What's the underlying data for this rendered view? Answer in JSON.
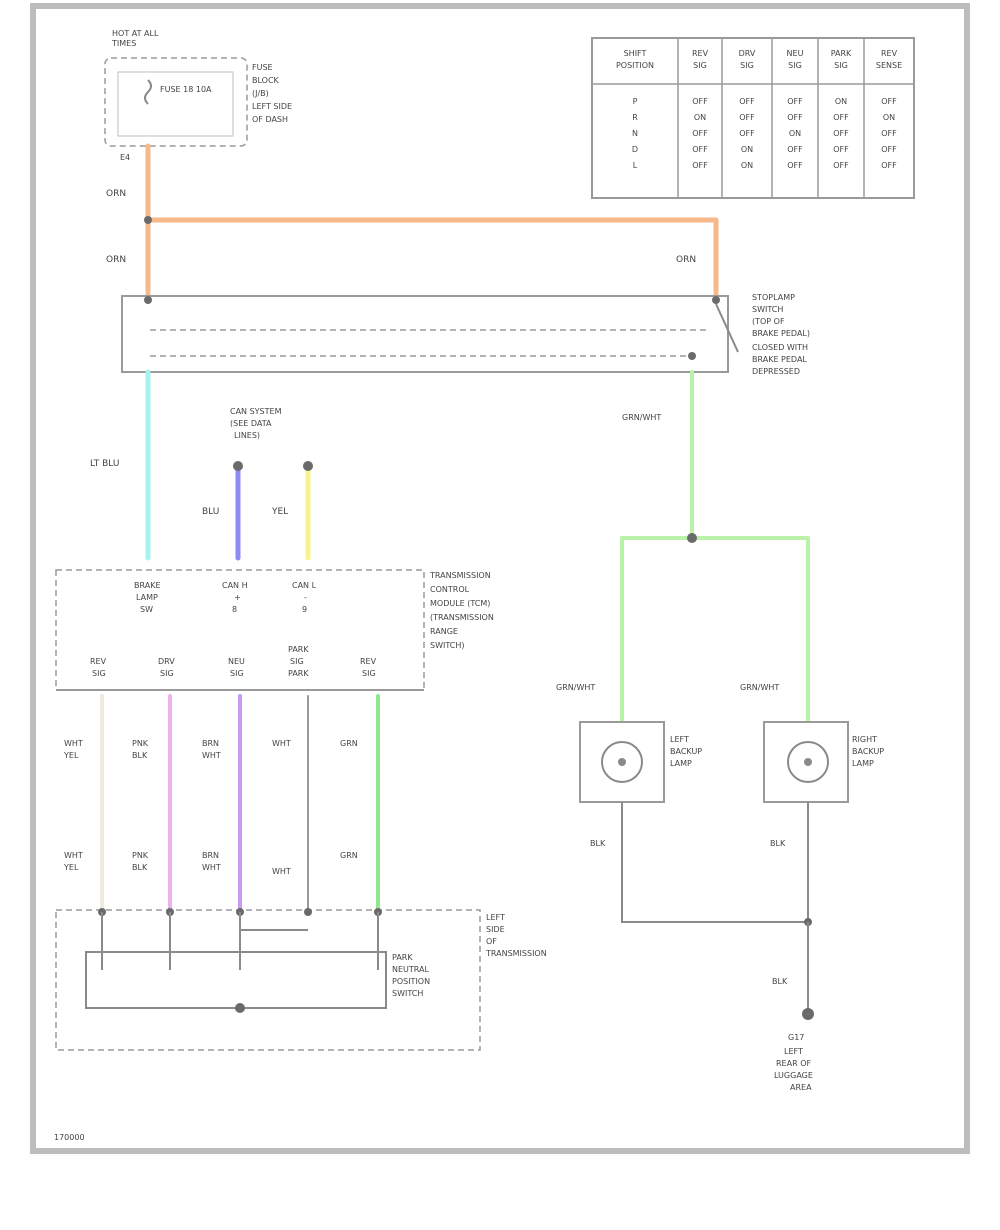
{
  "fuse_block": {
    "title_lines": [
      "HOT AT ALL",
      "TIMES"
    ],
    "fuse_label": "FUSE 18 10A",
    "desc_lines": [
      "FUSE",
      "BLOCK",
      "(J/B)",
      "LEFT SIDE",
      "OF DASH"
    ],
    "pin": "E4"
  },
  "wires": {
    "top1": "ORN",
    "top2": "ORN",
    "right_top": "ORN",
    "right_green": "GRN/WHT",
    "cyan": "LT BLU",
    "blue": "BLU",
    "yellow": "YEL",
    "lamp_left_in": "GRN/WHT",
    "lamp_right_in": "GRN/WHT",
    "lamp_left_out": "BLK",
    "lamp_right_out": "BLK",
    "ground_wire": "BLK"
  },
  "stoplamp_switch": {
    "desc_lines": [
      "STOPLAMP",
      "SWITCH",
      "(TOP OF",
      "BRAKE PEDAL)",
      "CLOSED WITH",
      "BRAKE PEDAL",
      "DEPRESSED"
    ]
  },
  "can_label": [
    "CAN SYSTEM",
    "(SEE DATA",
    "LINES)"
  ],
  "tcm": {
    "top_pins": [
      {
        "name": "BRAKE",
        "lines": [
          "BRAKE",
          "LAMP",
          "SW"
        ]
      },
      {
        "name": "CAN H",
        "lines": [
          "CAN H",
          "+",
          "8"
        ]
      },
      {
        "name": "CAN L",
        "lines": [
          "CAN L",
          "-",
          "9"
        ]
      }
    ],
    "desc_lines": [
      "TRANSMISSION",
      "CONTROL",
      "MODULE (TCM)",
      "(TRANSMISSION",
      "RANGE",
      "SWITCH)"
    ],
    "bottom_pins": [
      {
        "lines": [
          "REV",
          "SIG"
        ]
      },
      {
        "lines": [
          "DRV",
          "SIG"
        ]
      },
      {
        "lines": [
          "NEU",
          "SIG"
        ]
      },
      {
        "lines": [
          "PARK",
          "SIG",
          "PARK"
        ]
      },
      {
        "lines": [
          "REV",
          "SIG"
        ]
      }
    ]
  },
  "lower_wires": [
    {
      "upper": [
        "WHT",
        "YEL"
      ],
      "lower": [
        "WHT",
        "YEL"
      ]
    },
    {
      "upper": [
        "PNK",
        "BLK"
      ],
      "lower": [
        "PNK",
        "BLK"
      ]
    },
    {
      "upper": [
        "BRN",
        "WHT"
      ],
      "lower": [
        "BRN",
        "WHT"
      ]
    },
    {
      "upper": [
        "WHT"
      ],
      "lower": [
        "WHT"
      ]
    },
    {
      "upper": [
        "GRN"
      ],
      "lower": [
        "GRN"
      ]
    }
  ],
  "range_switch": {
    "desc_lines": [
      "PARK",
      "NEUTRAL",
      "POSITION",
      "SWITCH"
    ],
    "side_lines": [
      "LEFT",
      "SIDE",
      "OF",
      "TRANSMISSION"
    ]
  },
  "lamps": {
    "left": [
      "LEFT",
      "BACKUP",
      "LAMP"
    ],
    "right": [
      "RIGHT",
      "BACKUP",
      "LAMP"
    ]
  },
  "ground": {
    "lines": [
      "LEFT",
      "REAR OF",
      "LUGGAGE",
      "AREA"
    ],
    "pin": "G17"
  },
  "table": {
    "headers": [
      [
        "SHIFT",
        "POSITION"
      ],
      [
        "REV",
        "SIG"
      ],
      [
        "DRV",
        "SIG"
      ],
      [
        "NEU",
        "SIG"
      ],
      [
        "PARK",
        "SIG"
      ],
      [
        "REV",
        "SENSE"
      ]
    ],
    "rows": [
      [
        "P",
        "OFF",
        "OFF",
        "OFF",
        "ON",
        "OFF"
      ],
      [
        "R",
        "ON",
        "OFF",
        "OFF",
        "OFF",
        "ON"
      ],
      [
        "N",
        "OFF",
        "OFF",
        "ON",
        "OFF",
        "OFF"
      ],
      [
        "D",
        "OFF",
        "ON",
        "OFF",
        "OFF",
        "OFF"
      ],
      [
        "L",
        "OFF",
        "ON",
        "OFF",
        "OFF",
        "OFF"
      ]
    ]
  },
  "footer_code": "170000",
  "colors": {
    "orange": "#f8b98a",
    "cyan": "#a6f3ef",
    "blue": "#8c8cf2",
    "yellow": "#f6f48a",
    "green": "#b9f2a8",
    "bright_green": "#8ee98e",
    "pink": "#eab3ee",
    "purple": "#c59cf2",
    "white_wire": "#eeeadd",
    "line": "#8a8a8a",
    "border": "#bdbdbd"
  }
}
